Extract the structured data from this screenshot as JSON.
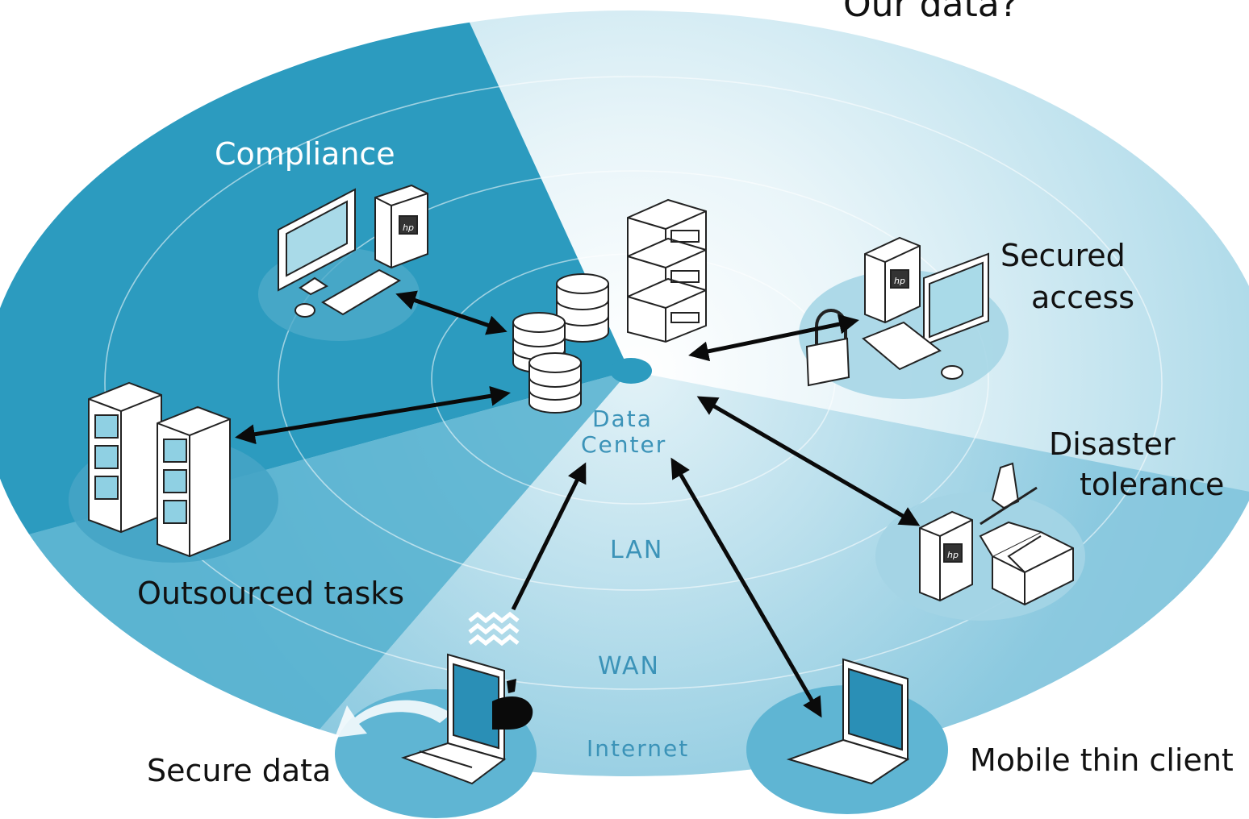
{
  "diagram": {
    "top_text": "Our data?",
    "center_label_line1": "Data",
    "center_label_line2": "Center",
    "zones": {
      "lan": "LAN",
      "wan": "WAN",
      "internet": "Internet"
    },
    "nodes": {
      "compliance": "Compliance",
      "secured_access_line1": "Secured",
      "secured_access_line2": "access",
      "disaster_line1": "Disaster",
      "disaster_line2": "tolerance",
      "outsourced": "Outsourced tasks",
      "secure_data": "Secure data",
      "mobile": "Mobile thin client"
    },
    "icon_glyphs": {
      "hp_logo": "hp"
    },
    "colors": {
      "dark_sector": "#2c9bbf",
      "light_field": "#d4ecf4",
      "lan_wan_band": "#8ccbe0",
      "arrow": "#0a0a0a",
      "zone_text": "#3b93b8"
    }
  }
}
